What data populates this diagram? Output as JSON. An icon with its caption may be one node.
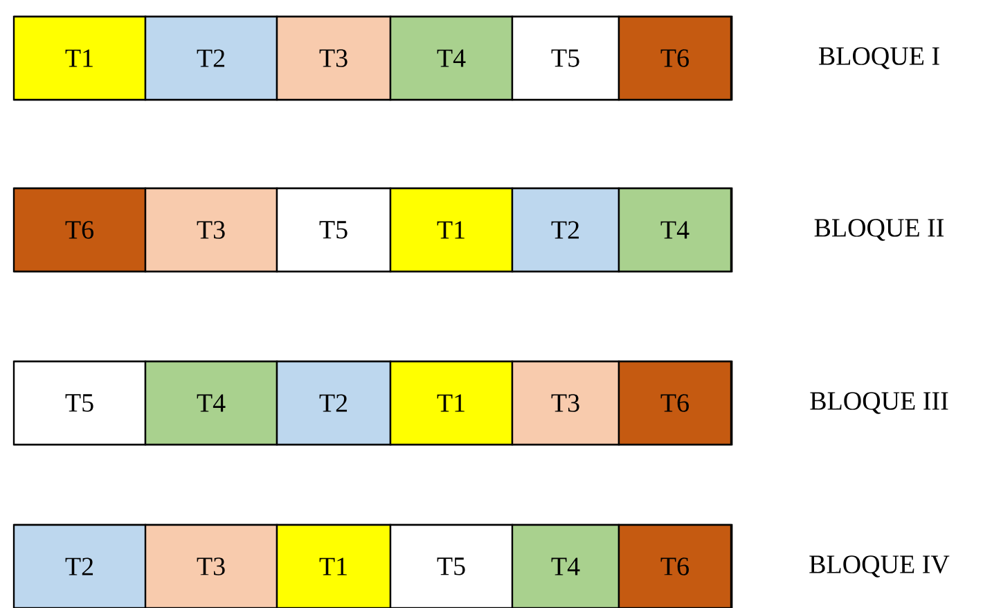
{
  "diagram": {
    "nodes": [
      {
        "text": [
          "BLOQUE I"
        ]
      },
      {
        "text": [
          "T1"
        ],
        "in": 0
      },
      {
        "text": [
          "T2"
        ],
        "in": 0
      },
      {
        "text": [
          "T3"
        ],
        "in": 0
      },
      {
        "text": [
          "T4"
        ],
        "in": 0
      },
      {
        "text": [
          "T5"
        ],
        "in": 0
      },
      {
        "text": [
          "T6"
        ],
        "in": 0
      },
      {
        "text": [
          "BLOQUE II"
        ]
      },
      {
        "text": [
          "T6"
        ],
        "in": 7
      },
      {
        "text": [
          "T3"
        ],
        "in": 7
      },
      {
        "text": [
          "T5"
        ],
        "in": 7
      },
      {
        "text": [
          "T1"
        ],
        "in": 7
      },
      {
        "text": [
          "T2"
        ],
        "in": 7
      },
      {
        "text": [
          "T4"
        ],
        "in": 7
      },
      {
        "text": [
          "BLOQUE III"
        ]
      },
      {
        "text": [
          "T5"
        ],
        "in": 14
      },
      {
        "text": [
          "T4"
        ],
        "in": 14
      },
      {
        "text": [
          "T2"
        ],
        "in": 14
      },
      {
        "text": [
          "T1"
        ],
        "in": 14
      },
      {
        "text": [
          "T3"
        ],
        "in": 14
      },
      {
        "text": [
          "T6"
        ],
        "in": 14
      },
      {
        "text": [
          "BLOQUE IV"
        ]
      },
      {
        "text": [
          "T2"
        ],
        "in": 21
      },
      {
        "text": [
          "T3"
        ],
        "in": 21
      },
      {
        "text": [
          "T1"
        ],
        "in": 21
      },
      {
        "text": [
          "T5"
        ],
        "in": 21
      },
      {
        "text": [
          "T4"
        ],
        "in": 21
      },
      {
        "text": [
          "T6"
        ],
        "in": 21
      }
    ]
  }
}
